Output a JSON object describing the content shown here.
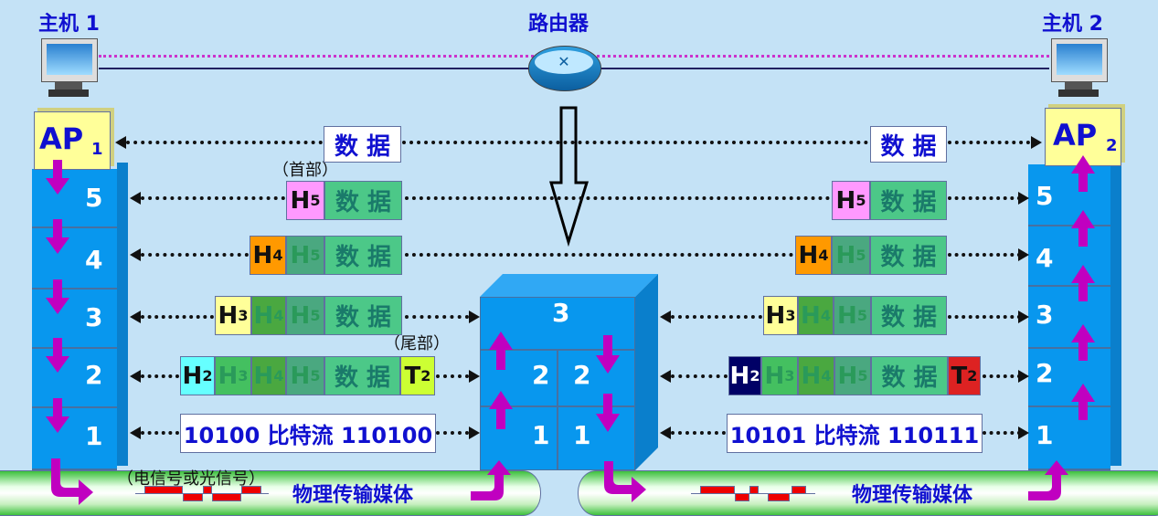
{
  "labels": {
    "host1": "主机 1",
    "router": "路由器",
    "host2": "主机 2",
    "header_note": "（首部）",
    "trailer_note": "（尾部）",
    "signal_note": "（电信号或光信号）",
    "medium": "物理传输媒体"
  },
  "app": {
    "left": "AP",
    "left_sub": "1",
    "right": "AP",
    "right_sub": "2"
  },
  "layers": [
    "5",
    "4",
    "3",
    "2",
    "1"
  ],
  "router_layers": {
    "top": "3",
    "l2": "2",
    "r2": "2",
    "l1": "1",
    "r1": "1"
  },
  "pdu": {
    "data": "数 据",
    "H": "H",
    "T": "T",
    "s2": "2",
    "s3": "3",
    "s4": "4",
    "s5": "5"
  },
  "bitstream": {
    "left": "10100 比特流 110100",
    "right": "10101 比特流 110111"
  },
  "colors": {
    "background": "#c4e2f6",
    "H5": "#ff99ff",
    "H4": "#ff9900",
    "H3": "#ffff99",
    "H2_left": "#66ffff",
    "H2_right": "#000066",
    "T2_left": "#ccff33",
    "T2_right": "#dd2222",
    "arrow": "#c000c0"
  }
}
